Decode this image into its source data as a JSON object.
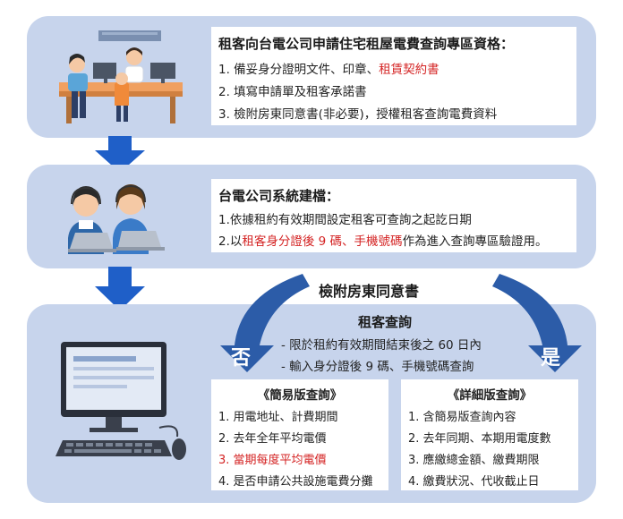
{
  "step1": {
    "title": "租客向台電公司申請住宅租屋電費查詢專區資格：",
    "items": [
      {
        "prefix": "1. 備妥身分證明文件、印章、",
        "highlight": "租賃契約書",
        "suffix": ""
      },
      {
        "prefix": "2. 填寫申請單及租客承諾書",
        "highlight": "",
        "suffix": ""
      },
      {
        "prefix": "3. 檢附房東同意書(非必要)，授權租客查詢電費資料",
        "highlight": "",
        "suffix": ""
      }
    ]
  },
  "step2": {
    "title": "台電公司系統建檔：",
    "items": [
      {
        "prefix": "1.依據租約有效期間設定租客可查詢之起訖日期",
        "highlight": "",
        "suffix": ""
      },
      {
        "prefix": "2.以",
        "highlight": "租客身分證後 9 碼、手機號碼",
        "suffix": "作為進入查詢專區驗證用。"
      }
    ]
  },
  "branch": {
    "question": "檢附房東同意書",
    "no_label": "否",
    "yes_label": "是"
  },
  "step3": {
    "title": "租客查詢",
    "bullets": [
      "- 限於租約有效期間結束後之 60 日內",
      "- 輸入身分證後 9 碼、手機號碼查詢"
    ]
  },
  "simple": {
    "title": "《簡易版查詢》",
    "items": [
      {
        "text": "1. 用電地址、計費期間",
        "red": false
      },
      {
        "text": "2. 去年全年平均電價",
        "red": false
      },
      {
        "text": "3. 當期每度平均電價",
        "red": true
      },
      {
        "text": "4. 是否申請公共設施電費分攤",
        "red": false
      }
    ]
  },
  "detail": {
    "title": "《詳細版查詢》",
    "items": [
      {
        "text": "1. 含簡易版查詢內容",
        "red": false
      },
      {
        "text": "2. 去年同期、本期用電度數",
        "red": false
      },
      {
        "text": "3. 應繳總金額、繳費期限",
        "red": false
      },
      {
        "text": "4. 繳費狀況、代收截止日",
        "red": false
      }
    ]
  },
  "colors": {
    "panel": "#c7d4ec",
    "arrow": "#1f5fc8",
    "highlight": "#d42323",
    "curve_arrow": "#2c5ca8"
  }
}
